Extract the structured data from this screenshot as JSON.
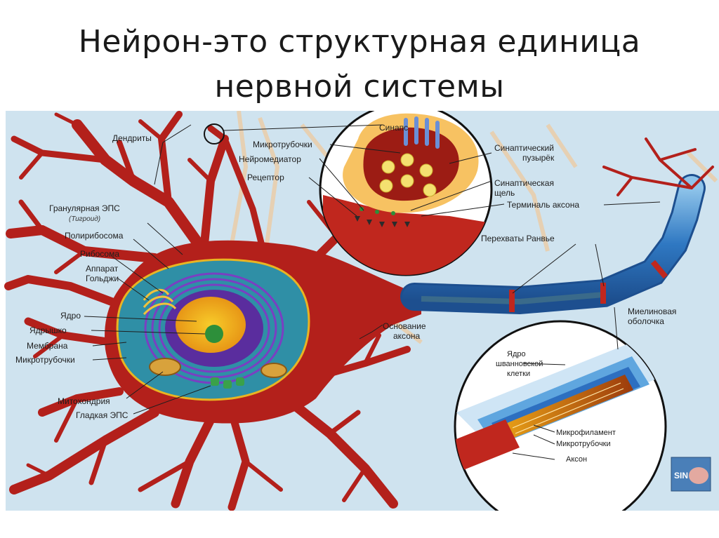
{
  "title": {
    "line1": "Нейрон-это структурная единица",
    "line2": "нервной системы"
  },
  "labels": {
    "dendrites": "Дендриты",
    "rough_er": "Гранулярная ЭПС",
    "tigroid": "(Тигроид)",
    "polyribosome": "Полирибосома",
    "ribosome": "Рибосома",
    "golgi_1": "Аппарат",
    "golgi_2": "Гольджи",
    "nucleus": "Ядро",
    "nucleolus": "Ядрышко",
    "membrane": "Мембрана",
    "microtubules_left": "Микротрубочки",
    "mitochondria": "Митохондрия",
    "smooth_er": "Гладкая ЭПС",
    "synapse": "Синапс",
    "microtubules_synapse": "Микротрубочки",
    "neurotransmitter": "Нейромедиатор",
    "receptor": "Рецептор",
    "synaptic_vesicle_1": "Синаптический",
    "synaptic_vesicle_2": "пузырёк",
    "synaptic_cleft_1": "Синаптическая",
    "synaptic_cleft_2": "щель",
    "axon_terminal": "Терминаль аксона",
    "ranvier": "Перехваты Ранвье",
    "myelin_1": "Миелиновая",
    "myelin_2": "оболочка",
    "axon_hillock_1": "Основание",
    "axon_hillock_2": "аксона",
    "schwann_1": "Ядро",
    "schwann_2": "шванновской",
    "schwann_3": "клетки",
    "microfilament": "Микрофиламент",
    "microtubules_axon": "Микротрубочки",
    "axon": "Аксон"
  },
  "logo": "SIN",
  "colors": {
    "background": "#cfe3ef",
    "neuron": "#b01e1a",
    "cytoplasm": "#2f8fa6",
    "nucleus": "#5a2d9e",
    "nucleolus_core": "#f3b219",
    "myelin": "#3d8fd0",
    "synapse_fill": "#f7c262"
  }
}
